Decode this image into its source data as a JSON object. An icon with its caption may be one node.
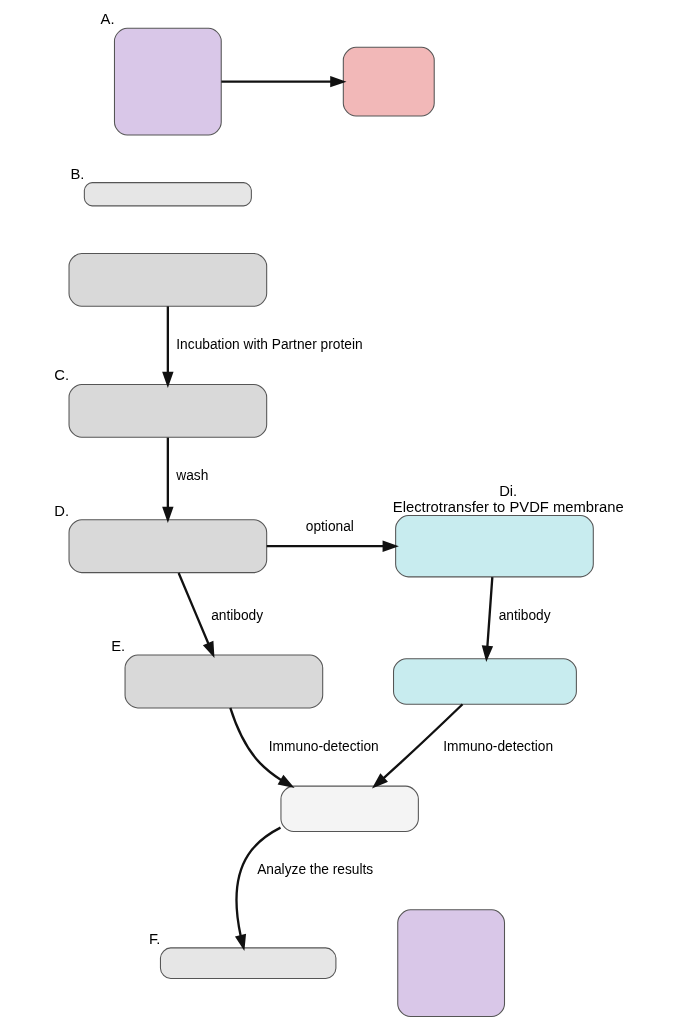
{
  "diagram": {
    "nodes": [
      {
        "text": [],
        "shape": "box",
        "beside": [
          "A."
        ]
      },
      {
        "text": [],
        "shape": "box"
      },
      {
        "text": [],
        "shape": "box",
        "beside": [
          "B."
        ]
      },
      {
        "text": [],
        "shape": "box"
      },
      {
        "text": [],
        "shape": "box",
        "beside": [
          "C."
        ]
      },
      {
        "text": [],
        "shape": "box",
        "beside": [
          "D."
        ]
      },
      {
        "text": [],
        "shape": "box",
        "beside": [
          "Di.",
          "Electrotransfer to PVDF membrane"
        ]
      },
      {
        "text": [],
        "shape": "box",
        "beside": [
          "E."
        ]
      },
      {
        "text": [],
        "shape": "box"
      },
      {
        "text": [],
        "shape": "box"
      },
      {
        "text": [],
        "shape": "box",
        "beside": [
          "F."
        ]
      },
      {
        "text": [],
        "shape": "box"
      }
    ],
    "edges": [
      {
        "from": 0,
        "to": 1,
        "arrow": "to"
      },
      {
        "from": 3,
        "to": 4,
        "arrow": "to",
        "label": "Incubation with Partner protein"
      },
      {
        "from": 4,
        "to": 5,
        "arrow": "to",
        "label": "wash"
      },
      {
        "from": 5,
        "to": 6,
        "arrow": "to",
        "label": "optional"
      },
      {
        "from": 5,
        "to": 7,
        "arrow": "to",
        "label": "antibody"
      },
      {
        "from": 6,
        "to": 8,
        "arrow": "to",
        "label": "antibody"
      },
      {
        "from": 7,
        "to": 9,
        "arrow": "to",
        "label": "Immuno-detection"
      },
      {
        "from": 8,
        "to": 9,
        "arrow": "to",
        "label": "Immuno-detection"
      },
      {
        "from": 9,
        "to": 10,
        "arrow": "to",
        "label": "Analyze the results"
      }
    ]
  }
}
